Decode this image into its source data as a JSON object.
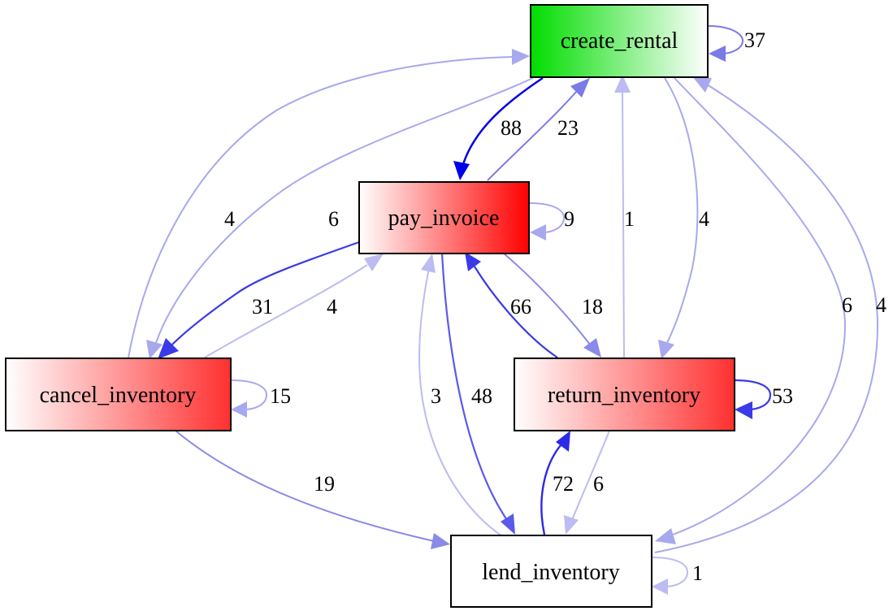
{
  "nodes": {
    "create_rental": {
      "label": "create_rental",
      "fill": "green-gradient"
    },
    "pay_invoice": {
      "label": "pay_invoice",
      "fill": "red-gradient"
    },
    "cancel_inventory": {
      "label": "cancel_inventory",
      "fill": "red-gradient"
    },
    "return_inventory": {
      "label": "return_inventory",
      "fill": "red-gradient"
    },
    "lend_inventory": {
      "label": "lend_inventory",
      "fill": "white"
    }
  },
  "edges": {
    "create_rental_self": {
      "from": "create_rental",
      "to": "create_rental",
      "label": "37"
    },
    "create_rental_to_pay_invoice": {
      "from": "create_rental",
      "to": "pay_invoice",
      "label": "88"
    },
    "pay_invoice_to_create_rental": {
      "from": "pay_invoice",
      "to": "create_rental",
      "label": "23"
    },
    "cancel_inventory_to_create_rental": {
      "from": "cancel_inventory",
      "to": "create_rental",
      "label": "4"
    },
    "create_rental_to_cancel_inventory": {
      "from": "create_rental",
      "to": "cancel_inventory",
      "label": "6"
    },
    "return_inventory_to_create_rental": {
      "from": "return_inventory",
      "to": "create_rental",
      "label": "1"
    },
    "create_rental_to_return_inventory": {
      "from": "create_rental",
      "to": "return_inventory",
      "label": "4"
    },
    "create_rental_to_lend_inventory": {
      "from": "create_rental",
      "to": "lend_inventory",
      "label": "6"
    },
    "lend_inventory_to_create_rental": {
      "from": "lend_inventory",
      "to": "create_rental",
      "label": "4"
    },
    "pay_invoice_self": {
      "from": "pay_invoice",
      "to": "pay_invoice",
      "label": "9"
    },
    "pay_invoice_to_cancel_inventory": {
      "from": "pay_invoice",
      "to": "cancel_inventory",
      "label": "31"
    },
    "cancel_inventory_to_pay_invoice": {
      "from": "cancel_inventory",
      "to": "pay_invoice",
      "label": "4"
    },
    "return_inventory_to_pay_invoice": {
      "from": "return_inventory",
      "to": "pay_invoice",
      "label": "66"
    },
    "pay_invoice_to_return_inventory": {
      "from": "pay_invoice",
      "to": "return_inventory",
      "label": "18"
    },
    "lend_inventory_to_pay_invoice": {
      "from": "lend_inventory",
      "to": "pay_invoice",
      "label": "3"
    },
    "pay_invoice_to_lend_inventory": {
      "from": "pay_invoice",
      "to": "lend_inventory",
      "label": "48"
    },
    "cancel_inventory_self": {
      "from": "cancel_inventory",
      "to": "cancel_inventory",
      "label": "15"
    },
    "return_inventory_self": {
      "from": "return_inventory",
      "to": "return_inventory",
      "label": "53"
    },
    "cancel_inventory_to_lend_inventory": {
      "from": "cancel_inventory",
      "to": "lend_inventory",
      "label": "19"
    },
    "lend_inventory_to_return_inventory": {
      "from": "lend_inventory",
      "to": "return_inventory",
      "label": "72"
    },
    "return_inventory_to_lend_inventory": {
      "from": "return_inventory",
      "to": "lend_inventory",
      "label": "6"
    },
    "lend_inventory_self": {
      "from": "lend_inventory",
      "to": "lend_inventory",
      "label": "1"
    }
  },
  "colors": {
    "edge_strong": "#0000e8",
    "edge_medium": "#3a3ae8",
    "edge_mid_light": "#7a7ae8",
    "edge_light": "#a8a8ee",
    "edge_faint": "#bcbcf2",
    "start_node": "#00dd00",
    "red_node": "#ff0000"
  }
}
